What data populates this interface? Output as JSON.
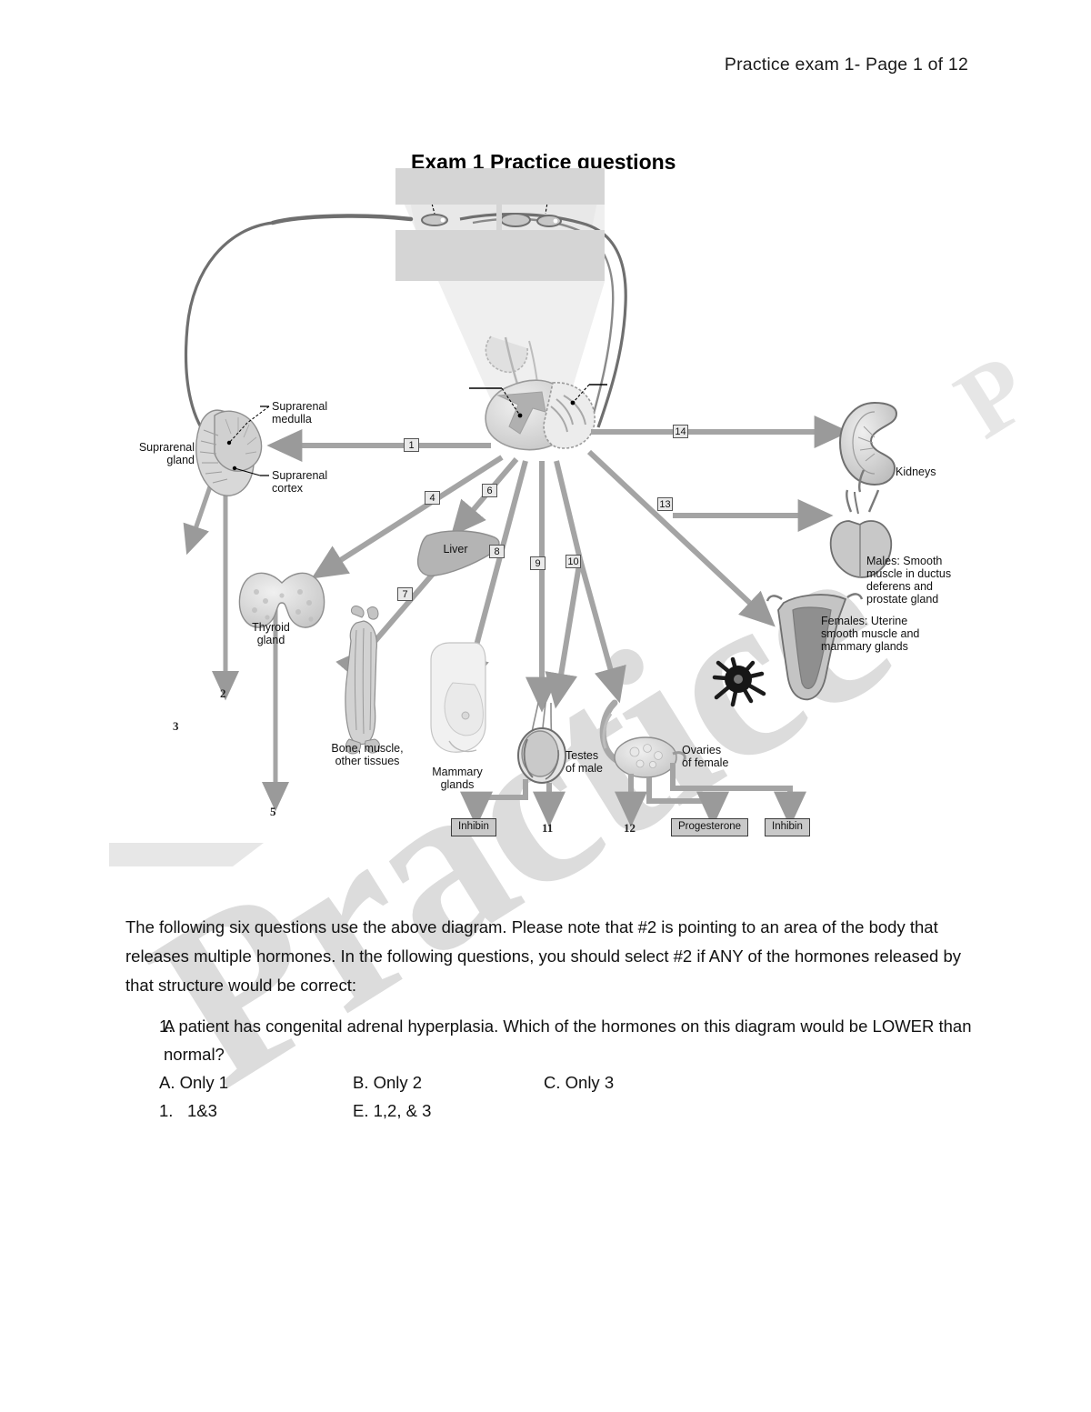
{
  "header": {
    "text": "Practice exam 1- Page 1 of 12"
  },
  "title": "Exam 1 Practice questions",
  "watermark": {
    "main": "Practice",
    "corner": "P"
  },
  "diagram": {
    "name": "endocrine-hormone-target-diagram",
    "anatomical_labels": [
      {
        "id": "suprarenal-gland",
        "text": "Suprarenal\ngland"
      },
      {
        "id": "suprarenal-medulla",
        "text": "Suprarenal\nmedulla"
      },
      {
        "id": "suprarenal-cortex",
        "text": "Suprarenal\ncortex"
      },
      {
        "id": "thyroid-gland",
        "text": "Thyroid\ngland"
      },
      {
        "id": "liver",
        "text": "Liver"
      },
      {
        "id": "bone-muscle-other-tissues",
        "text": "Bone, muscle,\nother tissues"
      },
      {
        "id": "mammary-glands",
        "text": "Mammary\nglands"
      },
      {
        "id": "testes-of-male",
        "text": "Testes\nof male"
      },
      {
        "id": "ovaries-of-female",
        "text": "Ovaries\nof female"
      },
      {
        "id": "kidneys",
        "text": "Kidneys"
      },
      {
        "id": "males-smooth-muscle",
        "text": "Males: Smooth\nmuscle in ductus\ndeferens and\nprostate gland"
      },
      {
        "id": "females-uterine",
        "text": "Females: Uterine\nsmooth muscle and\nmammary glands"
      }
    ],
    "numbered_labels": [
      "1",
      "4",
      "6",
      "7",
      "8",
      "9",
      "10",
      "13",
      "14"
    ],
    "bare_numbers": [
      "2",
      "3",
      "5",
      "11",
      "12"
    ],
    "hormone_boxes": [
      "Inhibin",
      "Progesterone",
      "Inhibin"
    ],
    "labels": {
      "n1": "1",
      "n2": "2",
      "n3": "3",
      "n4": "4",
      "n5": "5",
      "n6": "6",
      "n7": "7",
      "n8": "8",
      "n9": "9",
      "n10": "10",
      "n11": "11",
      "n12": "12",
      "n13": "13",
      "n14": "14",
      "suprarenal_gland": "Suprarenal\ngland",
      "suprarenal_medulla": "Suprarenal\nmedulla",
      "suprarenal_cortex": "Suprarenal\ncortex",
      "thyroid_gland": "Thyroid\ngland",
      "liver": "Liver",
      "bone_muscle": "Bone, muscle,\nother tissues",
      "mammary_glands": "Mammary\nglands",
      "testes": "Testes\nof male",
      "ovaries": "Ovaries\nof female",
      "kidneys": "Kidneys",
      "males_target": "Males: Smooth\nmuscle in ductus\ndeferens and\nprostate gland",
      "females_target": "Females: Uterine\nsmooth muscle and\nmammary glands",
      "inhibin_left": "Inhibin",
      "progesterone": "Progesterone",
      "inhibin_right": "Inhibin"
    }
  },
  "intro_paragraph": "The following six questions use the above diagram.  Please note that #2 is pointing to an area of the body that releases multiple hormones.  In the following questions, you should select #2 if ANY of the hormones released by that structure would be correct:",
  "questions": [
    {
      "number": "1.",
      "text": "A patient has congenital adrenal hyperplasia.  Which of the hormones on this diagram would be LOWER than normal?",
      "options": {
        "a": "A. Only 1",
        "b": "B. Only 2",
        "c": "C. Only 3",
        "d_num": "1.",
        "d": "1&3",
        "e": "E. 1,2, & 3"
      }
    }
  ]
}
